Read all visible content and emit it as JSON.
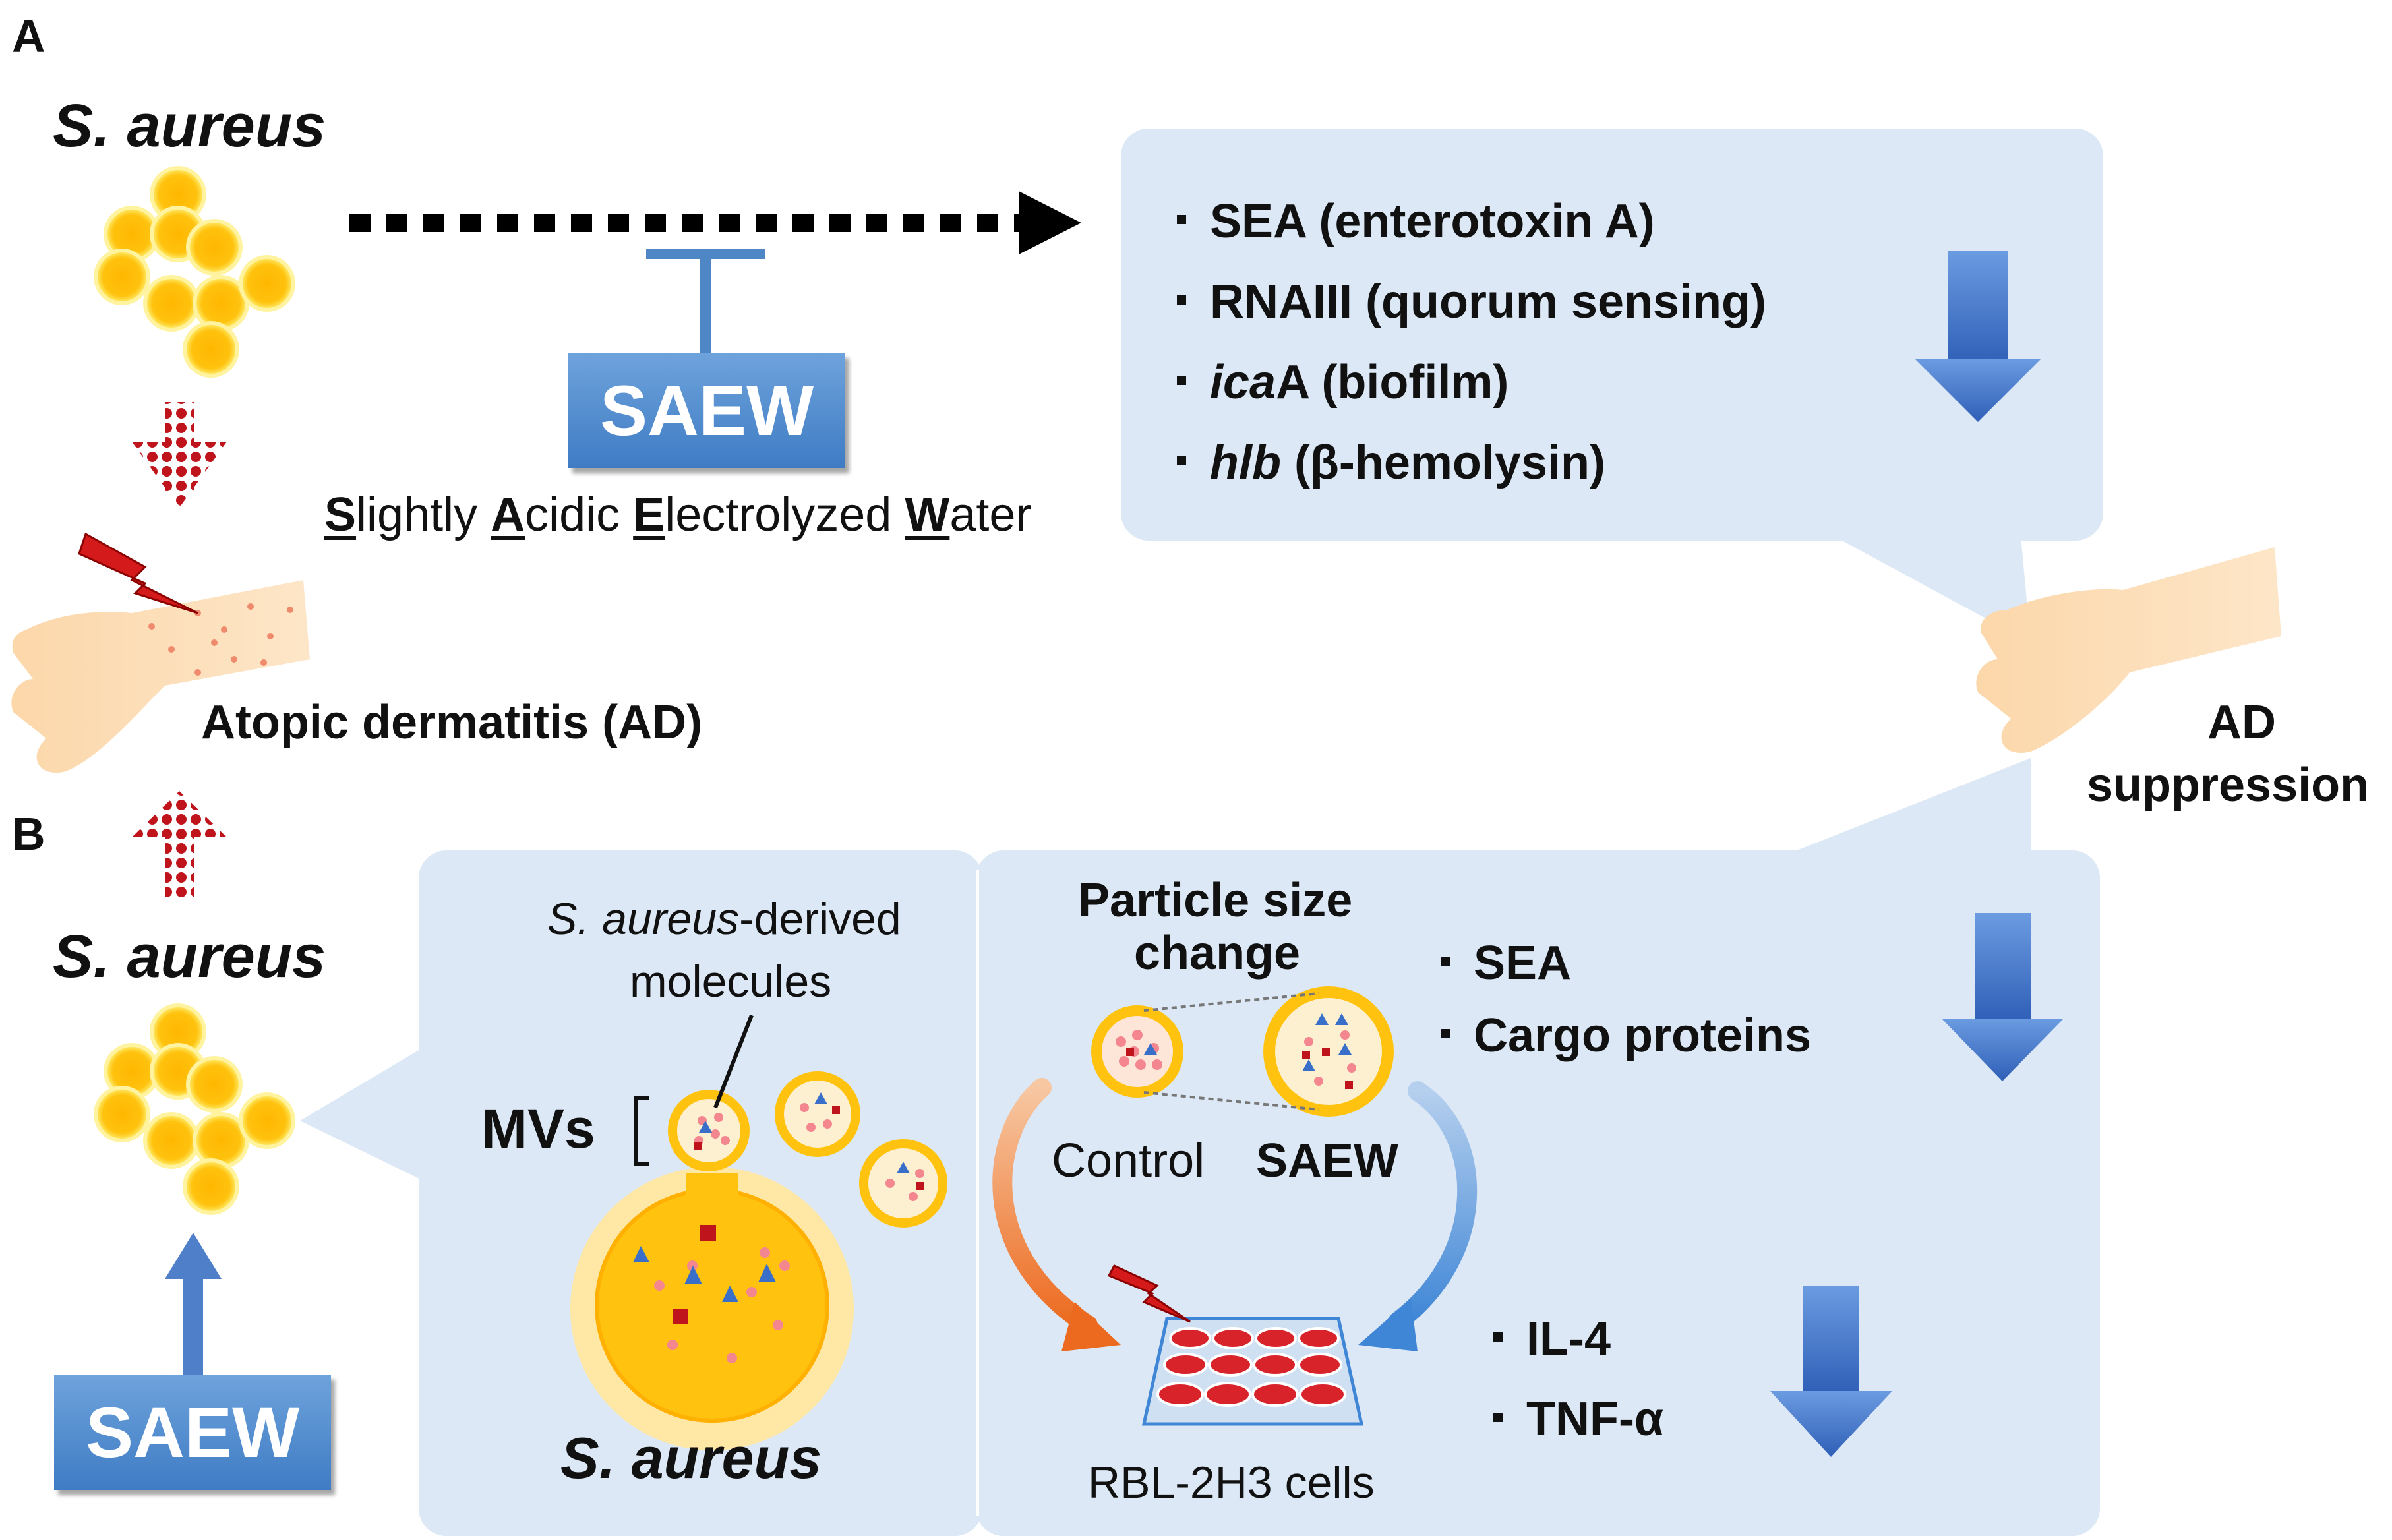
{
  "panel_a": {
    "letter": "A",
    "species_label": "S. aureus",
    "saew_button": "SAEW",
    "saew_expansion": [
      {
        "first": "S",
        "rest": "lightly "
      },
      {
        "first": "A",
        "rest": "cidic "
      },
      {
        "first": "E",
        "rest": "lectrolyzed "
      },
      {
        "first": "W",
        "rest": "ater"
      }
    ],
    "genes": [
      {
        "italic": "",
        "rest": "SEA (enterotoxin A)"
      },
      {
        "italic": "",
        "rest": "RNAIII (quorum sensing)"
      },
      {
        "italic": "ica",
        "rest": "A (biofilm)"
      },
      {
        "italic": "hlb",
        "rest": " (β-hemolysin)"
      }
    ],
    "disease_label": "Atopic dermatitis (AD)",
    "outcome_label_line1": "AD",
    "outcome_label_line2": "suppression"
  },
  "panel_b": {
    "letter": "B",
    "species_label": "S. aureus",
    "saew_button": "SAEW",
    "molecules_label_italic": "S. aureus",
    "molecules_label_rest": "-derived",
    "molecules_label_line2": "molecules",
    "mvs_label": "MVs",
    "cell_label": "S. aureus",
    "particle_title_line1": "Particle size",
    "particle_title_line2": "change",
    "control_label": "Control",
    "saew_label": "SAEW",
    "mv_contents": [
      {
        "text": "SEA"
      },
      {
        "text": "Cargo proteins"
      }
    ],
    "cytokines": [
      {
        "text": "IL-4"
      },
      {
        "text": "TNF-α"
      }
    ],
    "cells_label": "RBL-2H3 cells"
  },
  "colors": {
    "panel_bg": "#dce8f5",
    "bacteria": "#ffc20e",
    "bacteria_rim": "#fff176",
    "arrow_blue": "#3f6fc7",
    "red_arrow": "#c0141c",
    "saew_blue": "#4f8ad0"
  }
}
